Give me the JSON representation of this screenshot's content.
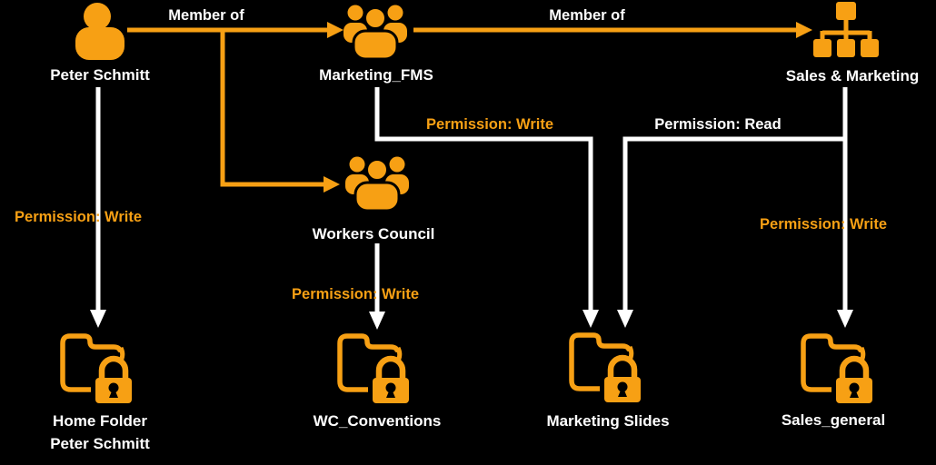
{
  "theme": {
    "background": "#000000",
    "accent": "#F7A014",
    "text": "#FFFFFF"
  },
  "diagram": {
    "title": "Folder permissions and group membership diagram",
    "nodes": {
      "peter_schmitt": {
        "label": "Peter Schmitt",
        "icon": "user-icon"
      },
      "marketing_fms": {
        "label": "Marketing_FMS",
        "icon": "user-group-icon"
      },
      "sales_marketing": {
        "label": "Sales & Marketing",
        "icon": "org-chart-icon"
      },
      "workers_council": {
        "label": "Workers Council",
        "icon": "user-group-icon"
      },
      "home_folder": {
        "label_line1": "Home Folder",
        "label_line2": "Peter Schmitt",
        "icon": "locked-folder-icon"
      },
      "wc_conventions": {
        "label": "WC_Conventions",
        "icon": "locked-folder-icon"
      },
      "marketing_slides": {
        "label": "Marketing Slides",
        "icon": "locked-folder-icon"
      },
      "sales_general": {
        "label": "Sales_general",
        "icon": "locked-folder-icon"
      }
    },
    "edges": {
      "peter_to_marketing_fms": {
        "from": "peter_schmitt",
        "to": "marketing_fms",
        "label": "Member of",
        "label_color": "#FFFFFF",
        "line_color": "#F7A014"
      },
      "peter_to_workers_council": {
        "from": "peter_schmitt",
        "to": "workers_council",
        "label": "",
        "label_color": "",
        "line_color": "#F7A014"
      },
      "marketing_fms_to_sales_marketing": {
        "from": "marketing_fms",
        "to": "sales_marketing",
        "label": "Member of",
        "label_color": "#FFFFFF",
        "line_color": "#F7A014"
      },
      "peter_to_home_folder": {
        "from": "peter_schmitt",
        "to": "home_folder",
        "label": "Permission: Write",
        "label_color": "#F7A014",
        "line_color": "#FFFFFF"
      },
      "marketing_fms_to_marketing_slides": {
        "from": "marketing_fms",
        "to": "marketing_slides",
        "label": "Permission: Write",
        "label_color": "#F7A014",
        "line_color": "#FFFFFF"
      },
      "sales_marketing_to_marketing_slides": {
        "from": "sales_marketing",
        "to": "marketing_slides",
        "label": "Permission: Read",
        "label_color": "#FFFFFF",
        "line_color": "#FFFFFF"
      },
      "workers_council_to_wc_conventions": {
        "from": "workers_council",
        "to": "wc_conventions",
        "label": "Permission: Write",
        "label_color": "#F7A014",
        "line_color": "#FFFFFF"
      },
      "sales_marketing_to_sales_general": {
        "from": "sales_marketing",
        "to": "sales_general",
        "label": "Permission: Write",
        "label_color": "#F7A014",
        "line_color": "#FFFFFF"
      }
    }
  }
}
